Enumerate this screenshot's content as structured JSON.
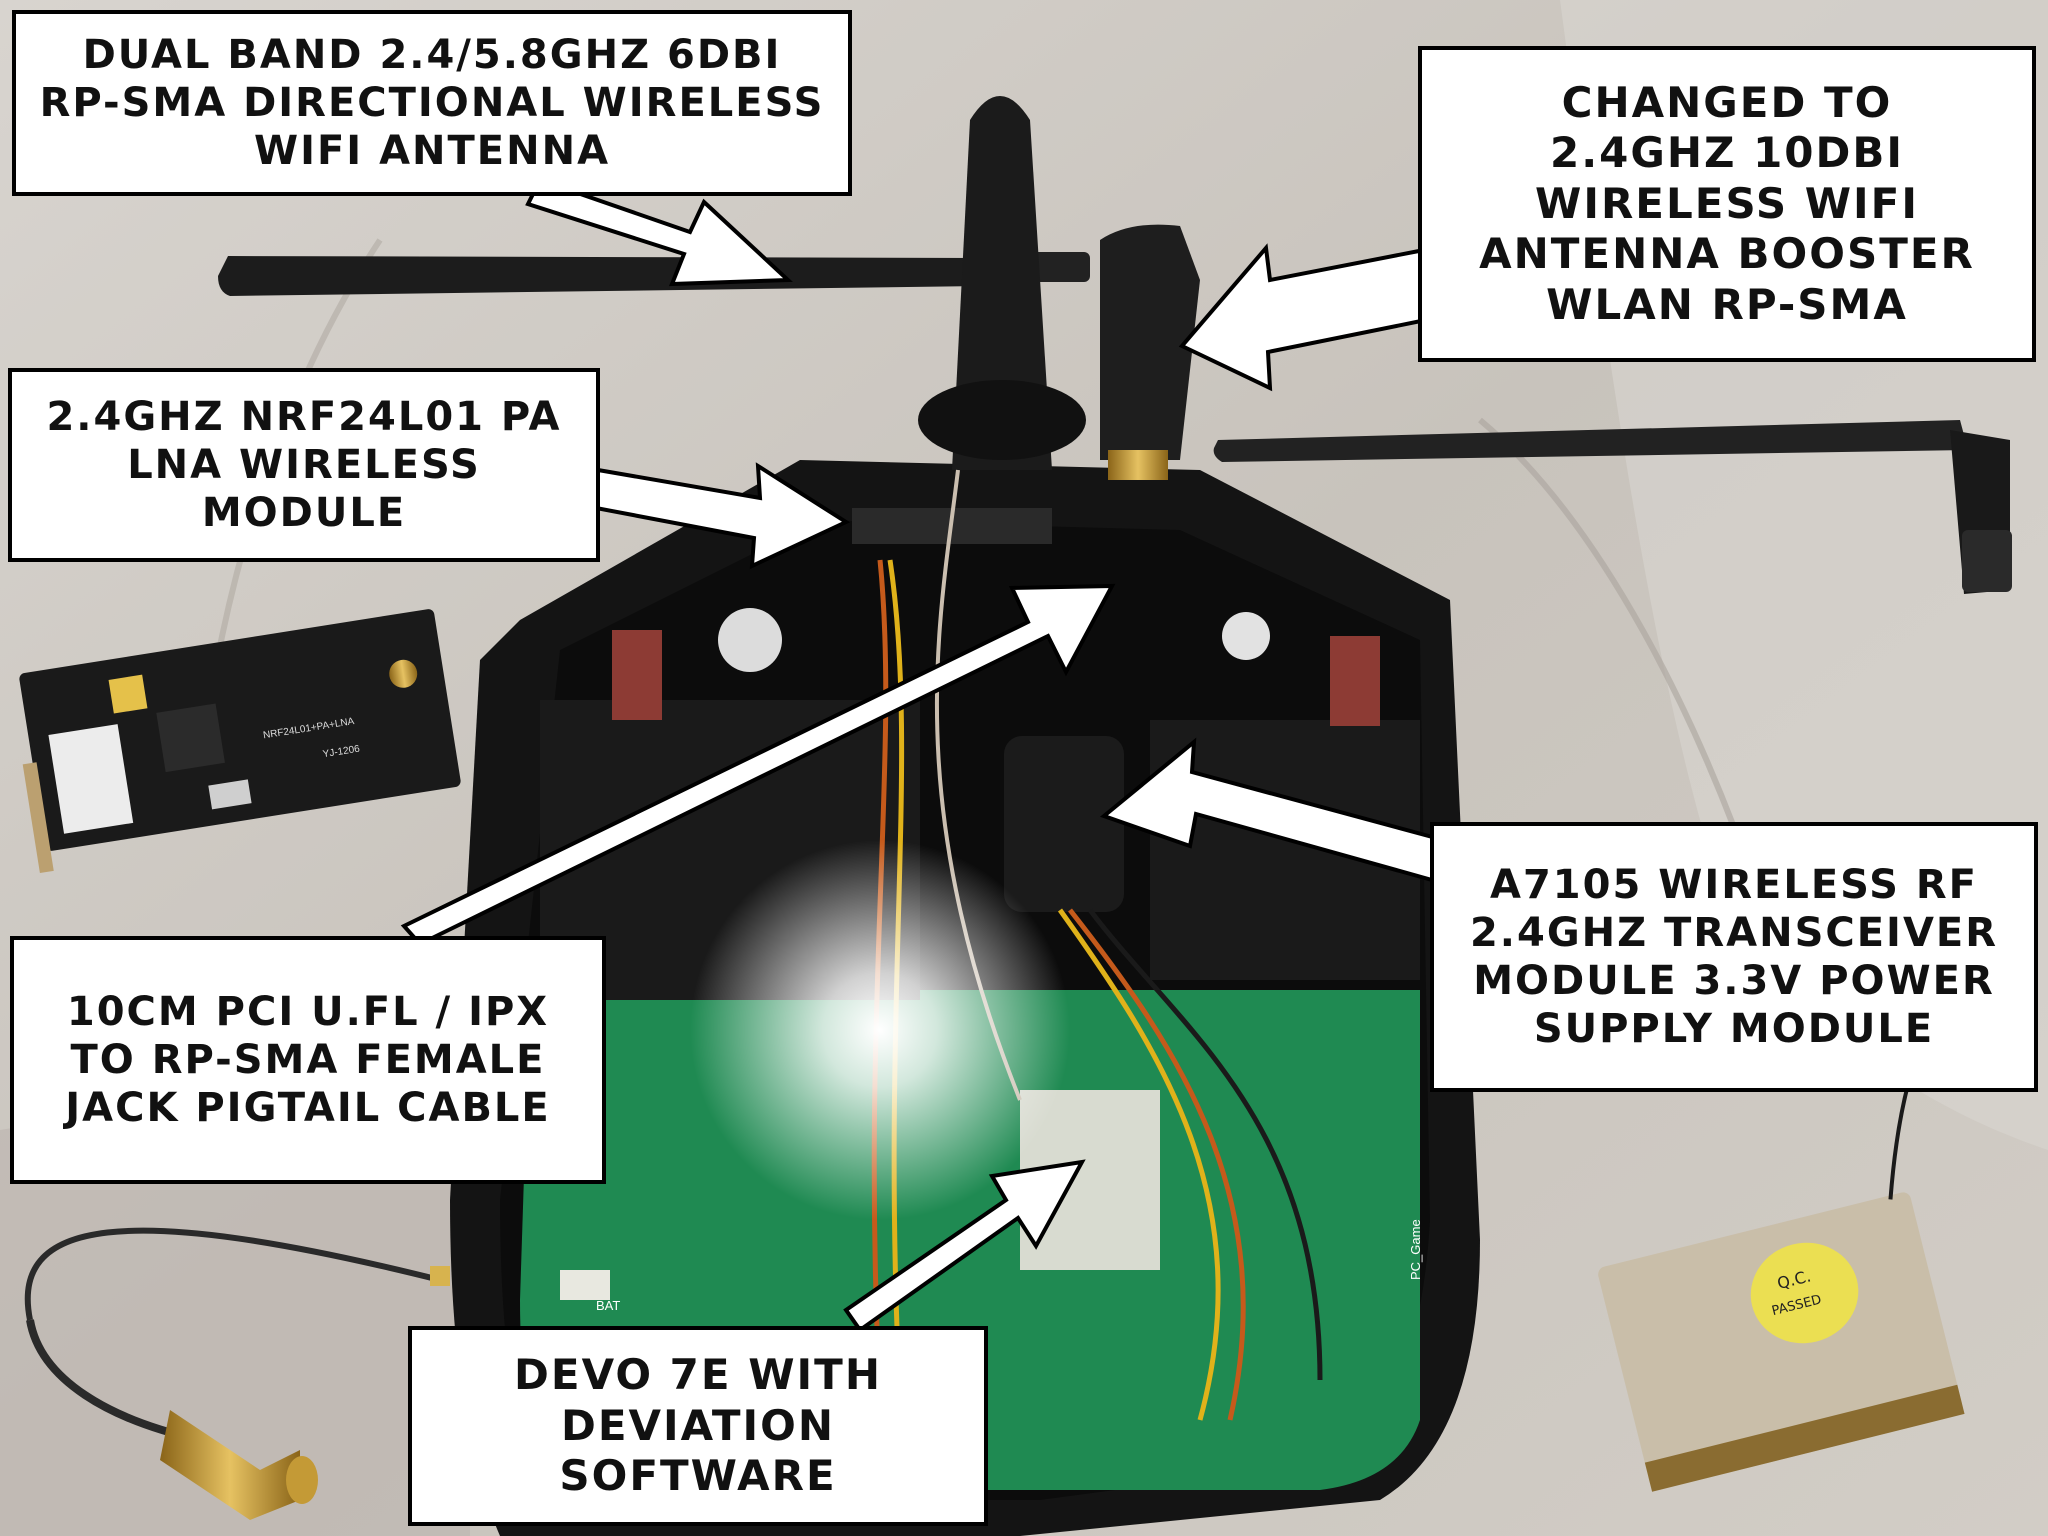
{
  "photo": {
    "colors": {
      "background": "#cfcac3",
      "leather_shadow": "#a9a49e",
      "transmitter_case": "#131313",
      "pcb": "#1f8a52",
      "antenna": "#1d1d1d",
      "gold": "#c79b35",
      "module_board": "#1a1a1a",
      "shield_can": "#c9bea9"
    },
    "labels": {
      "qc_line1": "Q.C.",
      "qc_line2": "PASSED",
      "nrf_board_text": "NRF24L01+PA+LNA",
      "nrf_board_code": "YJ-1206",
      "pcb_bat": "BAT",
      "pcb_pc_game": "PC_Game"
    }
  },
  "callouts": {
    "antenna_dual": {
      "lines": [
        "Dual band 2.4/5.8GHz 6dBi",
        "RP-SMA Directional Wireless",
        "WiFi Antenna"
      ]
    },
    "antenna_10dbi": {
      "lines": [
        "Changed to",
        "2.4GHz 10dBi",
        "Wireless WiFi",
        "Antenna Booster",
        "WLAN RP-SMA"
      ]
    },
    "nrf_module": {
      "lines": [
        "2.4GHz NRF24L01 PA",
        "LNA Wireless",
        "Module"
      ]
    },
    "a7105_module": {
      "lines": [
        "A7105 Wireless RF",
        "2.4GHz Transceiver",
        "Module 3.3V Power",
        "Supply Module"
      ]
    },
    "pigtail_cable": {
      "lines": [
        "10cm PCI U.FL / IPX",
        "to RP-SMA Female",
        "Jack Pigtail Cable"
      ]
    },
    "devo": {
      "lines": [
        "Devo 7E with",
        "Deviation",
        "Software"
      ]
    }
  }
}
